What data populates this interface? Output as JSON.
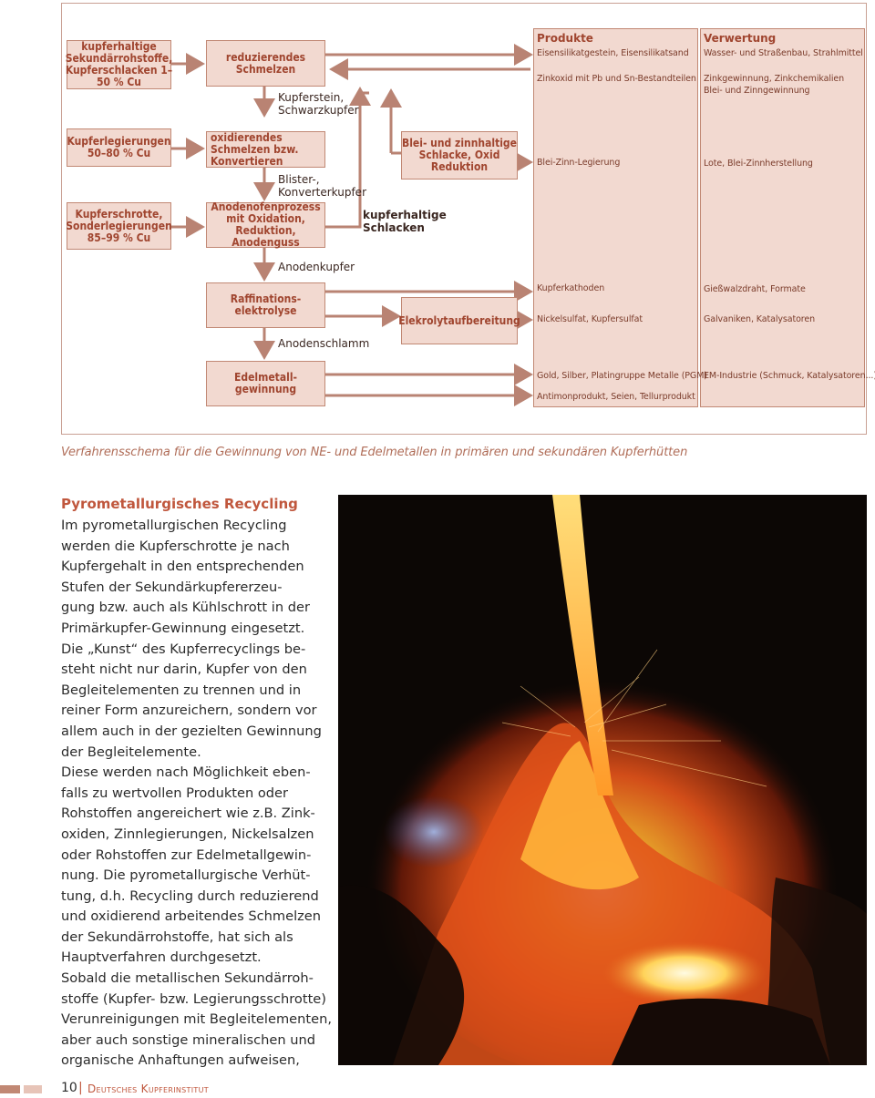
{
  "diagram": {
    "inputs": [
      "kupferhaltige Sekundärrohstoffe, Kupferschlacken 1–50 % Cu",
      "Kupferlegierungen 50–80 % Cu",
      "Kupferschrotte, Sonderlegierungen 85–99 % Cu"
    ],
    "processes": {
      "reducing": "reduzierendes Schmelzen",
      "oxidizing": "oxidierendes Schmelzen bzw. Konvertieren",
      "anode_furnace": "Anodenofenprozess mit Oxidation, Reduktion, Anodenguss",
      "refining": "Raffinations- elektrolyse",
      "precious": "Edelmetall- gewinnung",
      "leadtin": "Blei- und zinnhaltige Schlacke, Oxid Reduktion",
      "electrolyte": "Elekrolytaufbereitung"
    },
    "intermediates": {
      "matte": "Kupferstein, Schwarzkupfer",
      "blister": "Blister-, Konverterkupfer",
      "slag": "kupferhaltige Schlacken",
      "anode": "Anodenkupfer",
      "slime": "Anodenschlamm"
    },
    "produkte": {
      "header": "Produkte",
      "items": [
        "Eisensilikatgestein, Eisensilikatsand",
        "Zinkoxid mit Pb und Sn-Bestandteilen",
        "Blei-Zinn-Legierung",
        "Kupferkathoden",
        "Nickelsulfat, Kupfersulfat",
        "Gold, Silber, Platingruppe Metalle (PGM)",
        "Antimonprodukt, Seien, Tellurprodukt"
      ]
    },
    "verwertung": {
      "header": "Verwertung",
      "items": [
        "Wasser- und Straßenbau, Strahlmittel",
        "Zinkgewinnung, Zinkchemikalien",
        "Blei- und Zinngewinnung",
        "Lote, Blei-Zinnherstellung",
        "Gießwalzdraht, Formate",
        "Galvaniken, Katalysatoren",
        "EM-Industrie (Schmuck, Katalysatoren...)"
      ]
    }
  },
  "caption": "Verfahrensschema für die Gewinnung von NE- und Edelmetallen in primären und sekundären Kupferhütten",
  "section": {
    "heading": "Pyrometallurgisches Recycling",
    "lines": [
      "Im pyrometallurgischen Recycling",
      "werden die Kupferschrotte je nach",
      "Kupfergehalt in den entsprechenden",
      "Stufen der Sekundärkupfererzeu-",
      "gung bzw. auch als Kühlschrott in der",
      "Primärkupfer-Gewinnung eingesetzt.",
      "Die „Kunst“ des Kupferrecyclings be-",
      "steht nicht nur darin, Kupfer von den",
      "Begleitelementen zu trennen und in",
      "reiner Form anzureichern, sondern vor",
      "allem auch in der gezielten Gewinnung",
      "der Begleitelemente.",
      "Diese werden nach Möglichkeit eben-",
      "falls zu wertvollen Produkten oder",
      "Rohstoffen angereichert wie z.B. Zink-",
      "oxiden, Zinnlegierungen, Nickelsalzen",
      "oder Rohstoffen zur Edelmetallgewin-",
      "nung. Die pyrometallurgische Verhüt-",
      "tung, d.h.  Recycling durch reduzierend",
      "und oxidierend arbeitendes Schmelzen",
      "der Sekundärrohstoffe, hat sich als",
      "Hauptverfahren durchgesetzt.",
      "Sobald die metallischen Sekundärroh-",
      "stoffe (Kupfer- bzw. Legierungsschrotte)",
      "Verunreinigungen mit Begleitelementen,",
      "aber auch sonstige mineralischen und",
      "organische Anhaftungen aufweisen,"
    ]
  },
  "footer": {
    "page_number": "10",
    "separator": "|",
    "organization": "Deutsches Kupferinstitut"
  },
  "colors": {
    "box_fill": "#f2d9d0",
    "box_border": "#c18874",
    "arrow": "#b98373",
    "accent_text": "#a0452f",
    "heading": "#c0573d"
  },
  "photo": {
    "icon": "molten-copper-pour-photo"
  }
}
